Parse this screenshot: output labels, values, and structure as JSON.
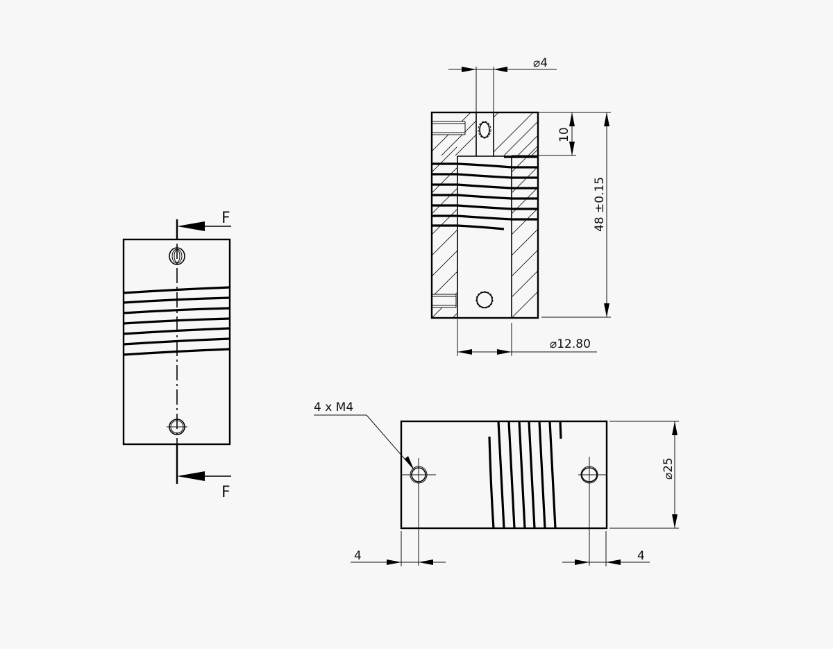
{
  "drawing": {
    "title": "Helical beam shaft coupling — technical drawing",
    "background": "#f7f7f7",
    "line_color": "#000000"
  },
  "views": {
    "side_load_view": {
      "force_top_label": "F",
      "force_bottom_label": "F",
      "slot_count": 7
    },
    "section_view": {
      "bore_diameter_label": "⌀4",
      "depth_label": "10",
      "length_label": "48 ±0.15",
      "inner_diameter_label": "⌀12.80",
      "slot_count": 7
    },
    "front_view": {
      "thread_callout": "4 x  M4",
      "outer_diameter_label": "⌀25",
      "left_offset_label": "4",
      "right_offset_label": "4",
      "slot_count": 7
    }
  }
}
